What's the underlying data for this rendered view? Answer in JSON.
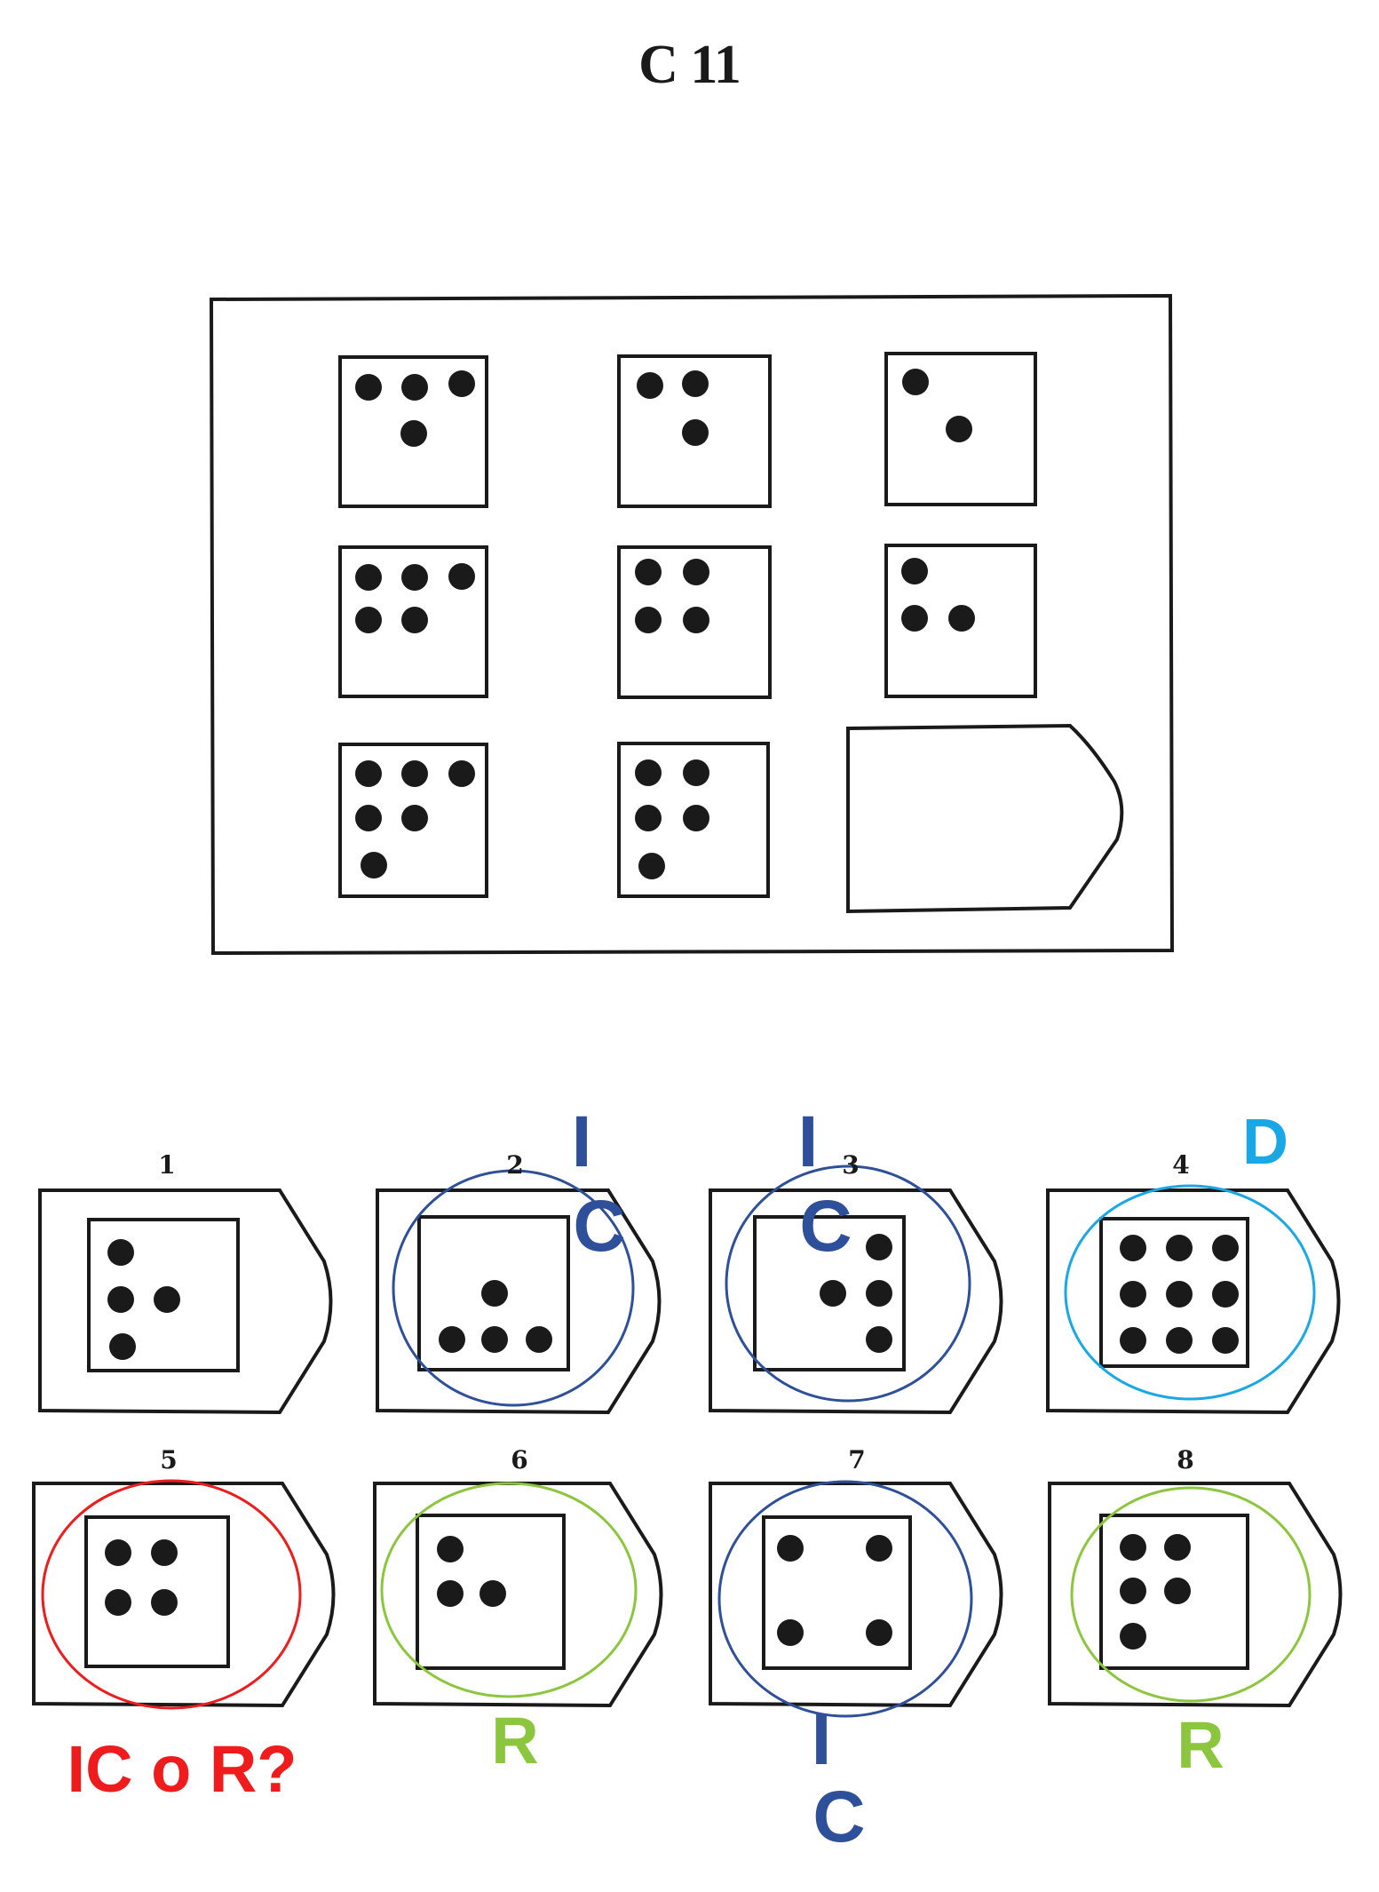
{
  "title": "C 11",
  "matrix": {
    "rows": [
      {
        "cells": [
          {
            "dots": 4
          },
          {
            "dots": 3
          },
          {
            "dots": 2
          }
        ]
      },
      {
        "cells": [
          {
            "dots": 5
          },
          {
            "dots": 4
          },
          {
            "dots": 3
          }
        ]
      },
      {
        "cells": [
          {
            "dots": 6
          },
          {
            "dots": 5
          },
          {
            "dots": null,
            "missing": true
          }
        ]
      }
    ]
  },
  "options": [
    {
      "number": "1",
      "dots": 4
    },
    {
      "number": "2",
      "dots": 4
    },
    {
      "number": "3",
      "dots": 4
    },
    {
      "number": "4",
      "dots": 9
    },
    {
      "number": "5",
      "dots": 4
    },
    {
      "number": "6",
      "dots": 3
    },
    {
      "number": "7",
      "dots": 4
    },
    {
      "number": "8",
      "dots": 5
    }
  ],
  "annotations": {
    "colors": {
      "blue": "#2e4f99",
      "cyan": "#1aa7e6",
      "red": "#ee1c1c",
      "green": "#8cc63f"
    },
    "labels": [
      {
        "id": "opt2-i",
        "text": "I",
        "color": "blue"
      },
      {
        "id": "opt2-c",
        "text": "C",
        "color": "blue"
      },
      {
        "id": "opt3-i",
        "text": "I",
        "color": "blue"
      },
      {
        "id": "opt3-c",
        "text": "C",
        "color": "blue"
      },
      {
        "id": "opt4-d",
        "text": "D",
        "color": "cyan"
      },
      {
        "id": "opt5-q",
        "text": "IC o R?",
        "color": "red"
      },
      {
        "id": "opt6-r",
        "text": "R",
        "color": "green"
      },
      {
        "id": "opt7-i",
        "text": "I",
        "color": "blue"
      },
      {
        "id": "opt7-c",
        "text": "C",
        "color": "blue"
      },
      {
        "id": "opt8-r",
        "text": "R",
        "color": "green"
      }
    ]
  }
}
